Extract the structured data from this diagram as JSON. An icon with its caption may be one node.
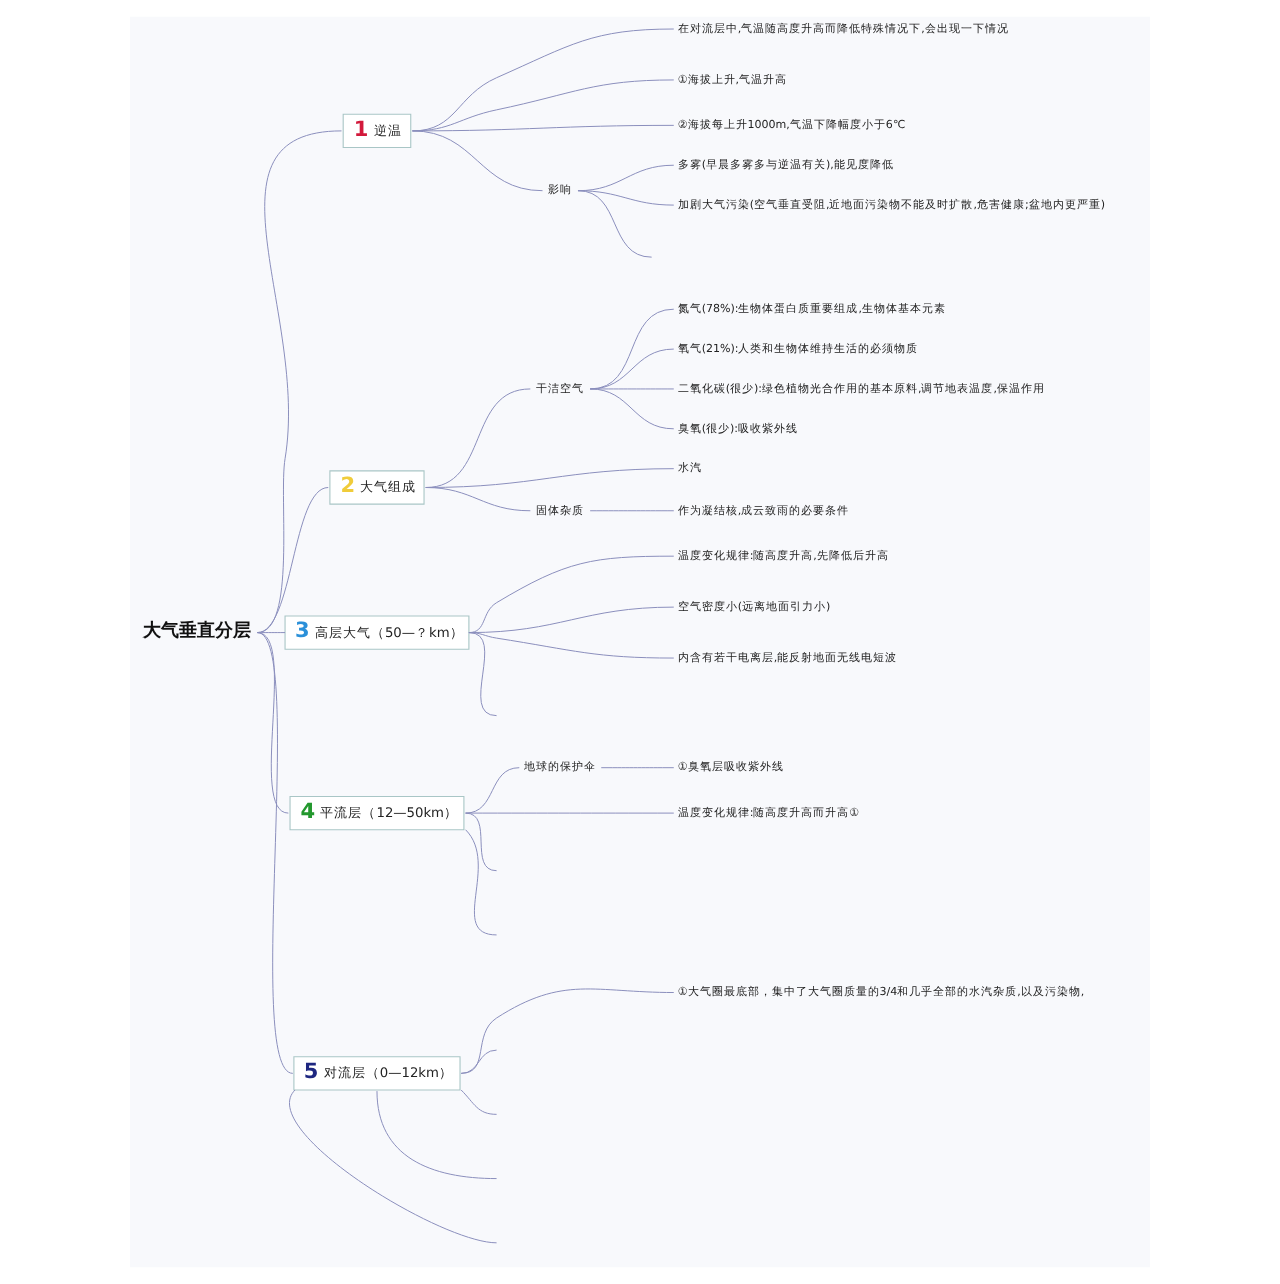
{
  "diagram": {
    "nodes": [
      {
        "text": [
          "大气垂直分层"
        ]
      },
      {
        "text": [
          "1",
          "逆温"
        ]
      },
      {
        "text": [
          "在对流层中,气温随高度升高而降低特殊情况下,会出现一下情况"
        ]
      },
      {
        "text": [
          "①海拔上升,气温升高"
        ]
      },
      {
        "text": [
          "②海拔每上升1000m,气温下降幅度小于6℃"
        ]
      },
      {
        "text": [
          "影响"
        ]
      },
      {
        "text": [
          "多雾(早晨多雾多与逆温有关),能见度降低"
        ]
      },
      {
        "text": [
          "加剧大气污染(空气垂直受阻,近地面污染物不能及时扩散,危害健康;盆地内更严重)"
        ]
      },
      {
        "text": [
          "2",
          "大气组成"
        ]
      },
      {
        "text": [
          "干洁空气"
        ]
      },
      {
        "text": [
          "氮气(78%):生物体蛋白质重要组成,生物体基本元素"
        ]
      },
      {
        "text": [
          "氧气(21%):人类和生物体维持生活的必须物质"
        ]
      },
      {
        "text": [
          "二氧化碳(很少):绿色植物光合作用的基本原料,调节地表温度,保温作用"
        ]
      },
      {
        "text": [
          "臭氧(很少):吸收紫外线"
        ]
      },
      {
        "text": [
          "水汽"
        ]
      },
      {
        "text": [
          "固体杂质"
        ]
      },
      {
        "text": [
          "作为凝结核,成云致雨的必要条件"
        ]
      },
      {
        "text": [
          "3",
          "高层大气（50—？km）"
        ]
      },
      {
        "text": [
          "温度变化规律:随高度升高,先降低后升高"
        ]
      },
      {
        "text": [
          "空气密度小(远离地面引力小)"
        ]
      },
      {
        "text": [
          "内含有若干电离层,能反射地面无线电短波"
        ]
      },
      {
        "text": [
          "4",
          "平流层（12—50km）"
        ]
      },
      {
        "text": [
          "地球的保护伞"
        ]
      },
      {
        "text": [
          "①臭氧层吸收紫外线"
        ]
      },
      {
        "text": [
          "温度变化规律:随高度升高而升高①"
        ]
      },
      {
        "text": [
          "5",
          "对流层（0—12km）"
        ]
      },
      {
        "text": [
          "①大气圈最底部，集中了大气圈质量的3/4和几乎全部的水汽杂质,以及污染物,"
        ]
      }
    ],
    "edges": [
      {
        "from": 0,
        "to": 1,
        "arrow": "none"
      },
      {
        "from": 1,
        "to": 2,
        "arrow": "none"
      },
      {
        "from": 1,
        "to": 3,
        "arrow": "none"
      },
      {
        "from": 1,
        "to": 4,
        "arrow": "none"
      },
      {
        "from": 1,
        "to": 5,
        "arrow": "none"
      },
      {
        "from": 5,
        "to": 6,
        "arrow": "none"
      },
      {
        "from": 5,
        "to": 7,
        "arrow": "none"
      },
      {
        "from": 5,
        "to": null,
        "arrow": "none"
      },
      {
        "from": 0,
        "to": 8,
        "arrow": "none"
      },
      {
        "from": 8,
        "to": 9,
        "arrow": "none"
      },
      {
        "from": 9,
        "to": 10,
        "arrow": "none"
      },
      {
        "from": 9,
        "to": 11,
        "arrow": "none"
      },
      {
        "from": 9,
        "to": 12,
        "arrow": "none"
      },
      {
        "from": 9,
        "to": 13,
        "arrow": "none"
      },
      {
        "from": 8,
        "to": 14,
        "arrow": "none"
      },
      {
        "from": 8,
        "to": 15,
        "arrow": "none"
      },
      {
        "from": 15,
        "to": 16,
        "arrow": "none"
      },
      {
        "from": 0,
        "to": 17,
        "arrow": "none"
      },
      {
        "from": 17,
        "to": 18,
        "arrow": "none"
      },
      {
        "from": 17,
        "to": 19,
        "arrow": "none"
      },
      {
        "from": 17,
        "to": 20,
        "arrow": "none"
      },
      {
        "from": 17,
        "to": null,
        "arrow": "none"
      },
      {
        "from": 0,
        "to": 21,
        "arrow": "none"
      },
      {
        "from": 21,
        "to": 22,
        "arrow": "none"
      },
      {
        "from": 22,
        "to": 23,
        "arrow": "none"
      },
      {
        "from": 21,
        "to": 24,
        "arrow": "none"
      },
      {
        "from": 21,
        "to": null,
        "arrow": "none"
      },
      {
        "from": 21,
        "to": null,
        "arrow": "none"
      },
      {
        "from": 0,
        "to": 25,
        "arrow": "none"
      },
      {
        "from": 25,
        "to": 26,
        "arrow": "none"
      },
      {
        "from": 25,
        "to": null,
        "arrow": "none"
      },
      {
        "from": 25,
        "to": null,
        "arrow": "none"
      },
      {
        "from": 25,
        "to": null,
        "arrow": "none"
      },
      {
        "from": 25,
        "to": null,
        "arrow": "none"
      }
    ]
  }
}
